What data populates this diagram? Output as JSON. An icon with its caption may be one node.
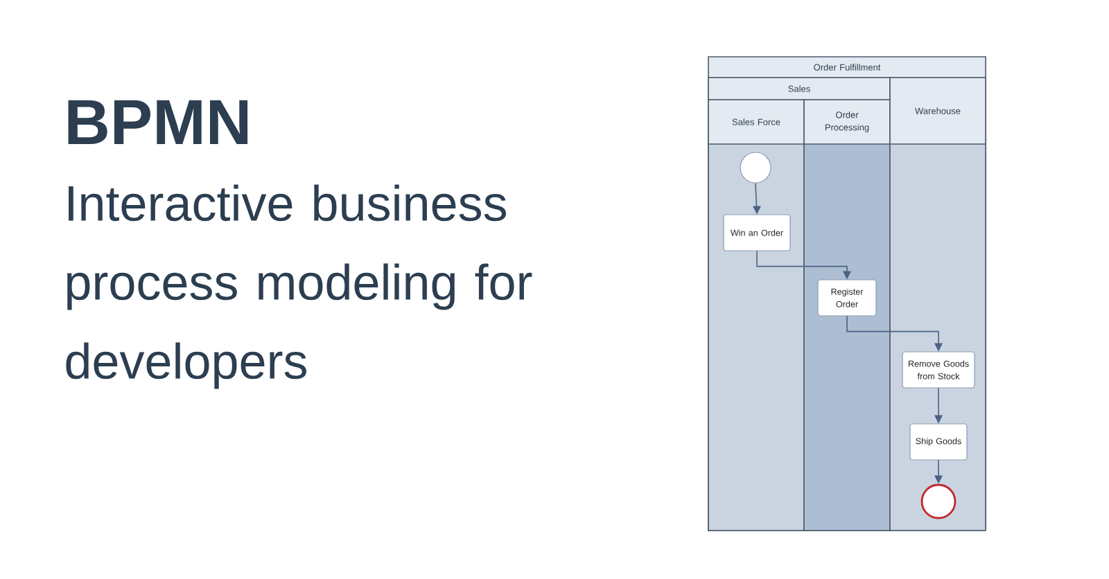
{
  "diagram": {
    "title": "BPMN",
    "nodes": [
      {
        "text": [
          "Order Fulfillment"
        ]
      },
      {
        "text": [
          "Sales"
        ],
        "in": 0
      },
      {
        "text": [
          "Sales Force"
        ],
        "in": 1
      },
      {
        "text": [
          "Order Processing"
        ],
        "in": 1
      },
      {
        "text": [
          "Warehouse"
        ],
        "in": 0
      },
      {
        "text": [],
        "shape": "circle",
        "in": 2
      },
      {
        "text": [
          "Win an Order"
        ],
        "in": 2
      },
      {
        "text": [
          "Register Order"
        ],
        "in": 3
      },
      {
        "text": [
          "Remove Goods from Stock"
        ],
        "in": 4
      },
      {
        "text": [
          "Ship Goods"
        ],
        "in": 4
      },
      {
        "text": [],
        "shape": "circle",
        "in": 4
      }
    ],
    "edges": [
      {
        "from": 5,
        "to": 6,
        "arrow": "to"
      },
      {
        "from": 6,
        "to": 7,
        "arrow": "to"
      },
      {
        "from": 7,
        "to": 8,
        "arrow": "to"
      },
      {
        "from": 8,
        "to": 9,
        "arrow": "to"
      },
      {
        "from": 9,
        "to": 10,
        "arrow": "to"
      }
    ],
    "labels": [
      "Interactive business process modeling for developers"
    ]
  }
}
